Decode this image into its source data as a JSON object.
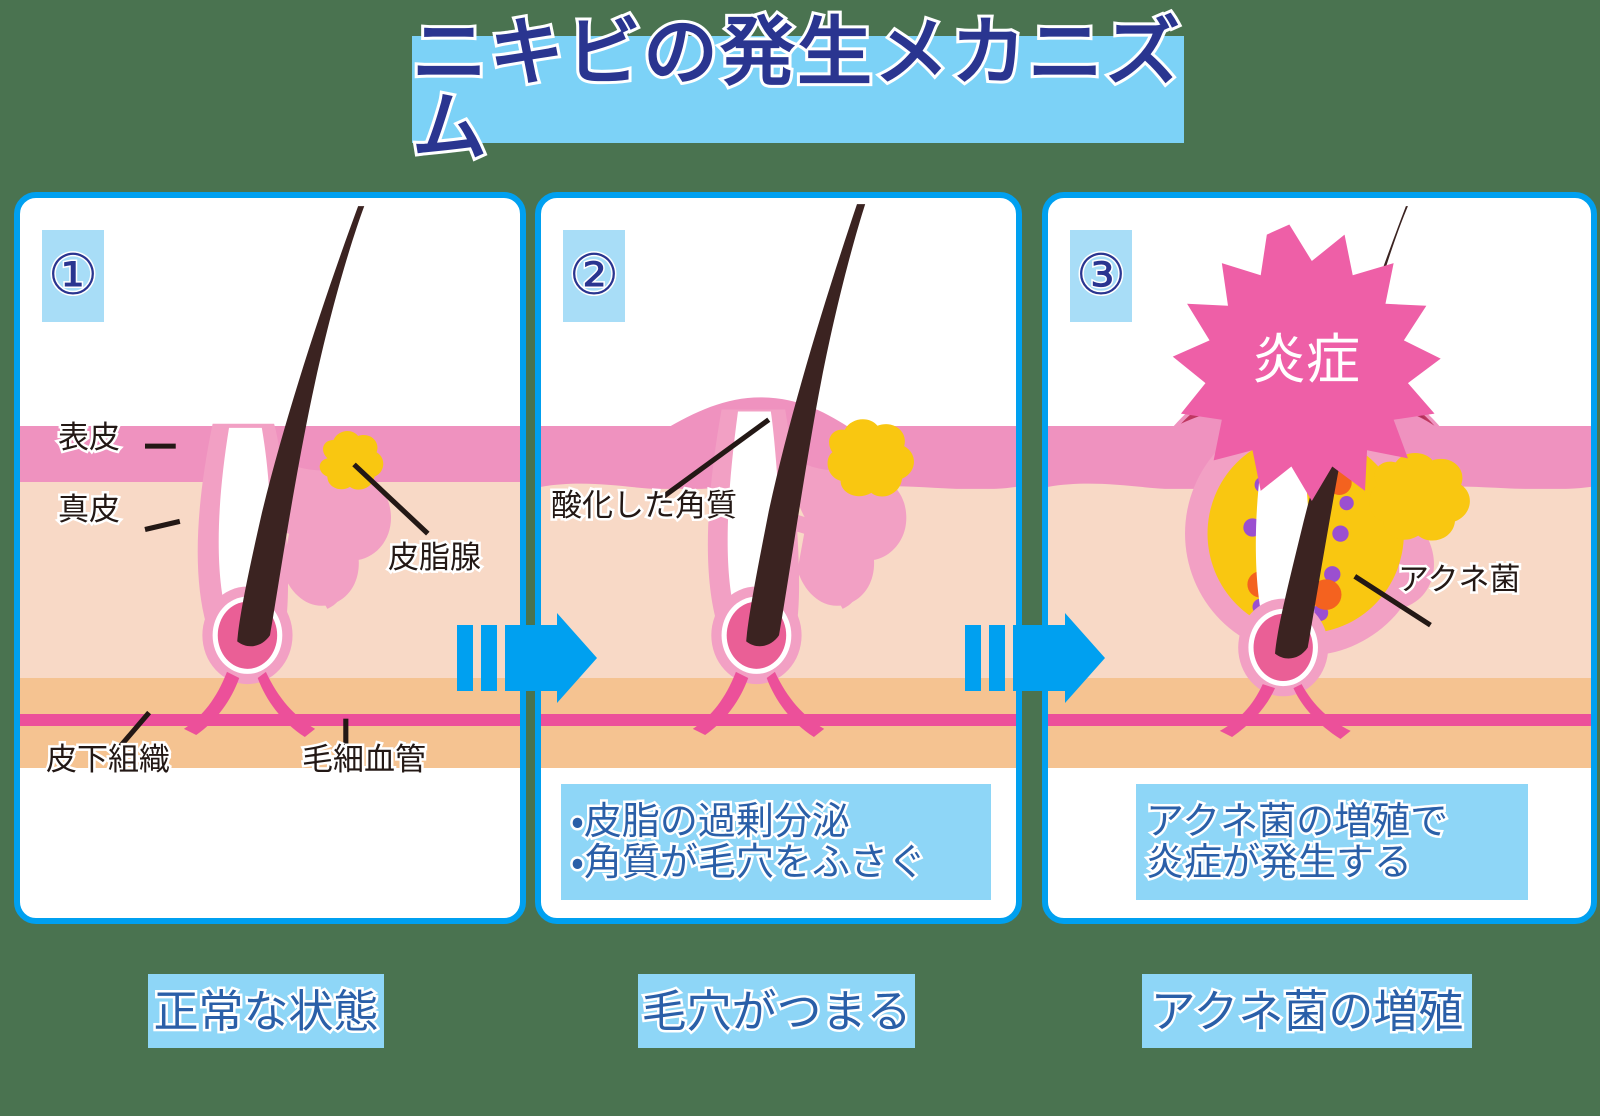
{
  "title": "ニキビの発生メカニズム",
  "colors": {
    "background": "#4a7350",
    "panel_border": "#00A0F0",
    "banner_blue": "#7cd2f7",
    "caption_blue": "#8ed6f7",
    "badge_blue": "#a8ddf7",
    "title_navy": "#2a3590",
    "caption_navy": "#2a5fa8",
    "arrow_blue": "#00A0F0",
    "epidermis_pink": "#ef92bf",
    "dermis_peach": "#f8d9c6",
    "subcutaneous_orange": "#f5c391",
    "capillary_magenta": "#ec509a",
    "follicle_pink": "#f2a0c4",
    "hair_brown": "#3b2321",
    "sebum_yellow": "#f9c711",
    "papilla_pink": "#ea5f96",
    "inflammation_pink": "#ee5fa7",
    "bacteria_purple": "#9b4fd0",
    "bacteria_orange": "#f4621f",
    "swelling_dark_red": "#bf3761"
  },
  "panels": [
    {
      "number": "①",
      "labels": [
        {
          "name": "epidermis",
          "text": "表皮"
        },
        {
          "name": "dermis",
          "text": "真皮"
        },
        {
          "name": "sebaceous-gland",
          "text": "皮脂腺"
        },
        {
          "name": "subcutaneous-tissue",
          "text": "皮下組織"
        },
        {
          "name": "capillary",
          "text": "毛細血管"
        }
      ],
      "caption_lines": [],
      "step_label": "正常な状態"
    },
    {
      "number": "②",
      "labels": [
        {
          "name": "oxidized-keratin",
          "text": "酸化した角質"
        }
      ],
      "caption_lines": [
        "・皮脂の過剰分泌",
        "・角質が毛穴をふさぐ"
      ],
      "step_label": "毛穴がつまる"
    },
    {
      "number": "③",
      "labels": [
        {
          "name": "acne-bacteria",
          "text": "アクネ菌"
        }
      ],
      "burst_label": "炎症",
      "caption_lines": [
        "アクネ菌の増殖で",
        "炎症が発生する"
      ],
      "step_label": "アクネ菌の増殖"
    }
  ]
}
